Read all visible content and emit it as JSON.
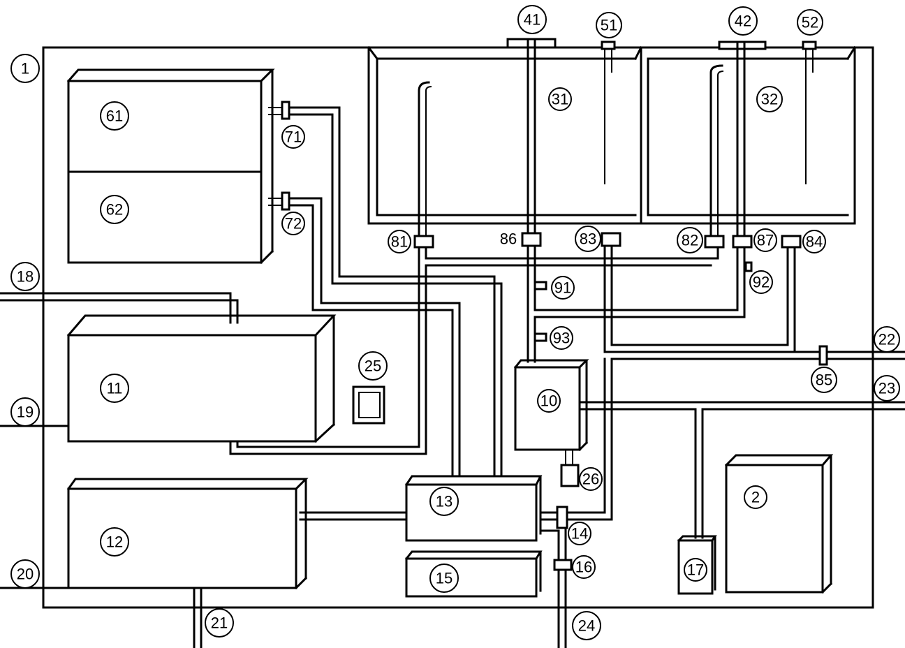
{
  "diagram": {
    "type": "patent schematic",
    "stroke_color": "#000000",
    "background": "#ffffff",
    "labels": {
      "l1": "1",
      "l2": "2",
      "l10": "10",
      "l11": "11",
      "l12": "12",
      "l13": "13",
      "l14": "14",
      "l15": "15",
      "l16": "16",
      "l17": "17",
      "l18": "18",
      "l19": "19",
      "l20": "20",
      "l21": "21",
      "l22": "22",
      "l23": "23",
      "l24": "24",
      "l25": "25",
      "l26": "26",
      "l31": "31",
      "l32": "32",
      "l41": "41",
      "l42": "42",
      "l51": "51",
      "l52": "52",
      "l61": "61",
      "l62": "62",
      "l71": "71",
      "l72": "72",
      "l81": "81",
      "l82": "82",
      "l83": "83",
      "l84": "84",
      "l85": "85",
      "l86": "86",
      "l87": "87",
      "l91": "91",
      "l92": "92",
      "l93": "93"
    }
  }
}
